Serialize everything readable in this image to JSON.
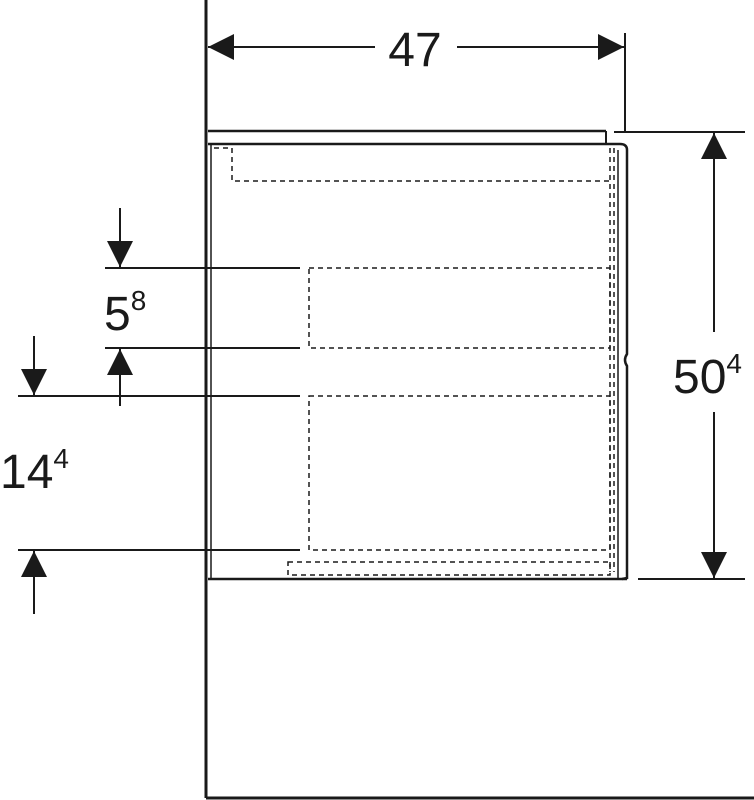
{
  "dimensions": {
    "width": {
      "main": "47",
      "sup": ""
    },
    "height": {
      "main": "50",
      "sup": "4"
    },
    "drawer_gap": {
      "main": "5",
      "sup": "8"
    },
    "bottom_offset": {
      "main": "14",
      "sup": "4"
    }
  },
  "colors": {
    "line": "#1a1a1a",
    "background": "#ffffff"
  }
}
